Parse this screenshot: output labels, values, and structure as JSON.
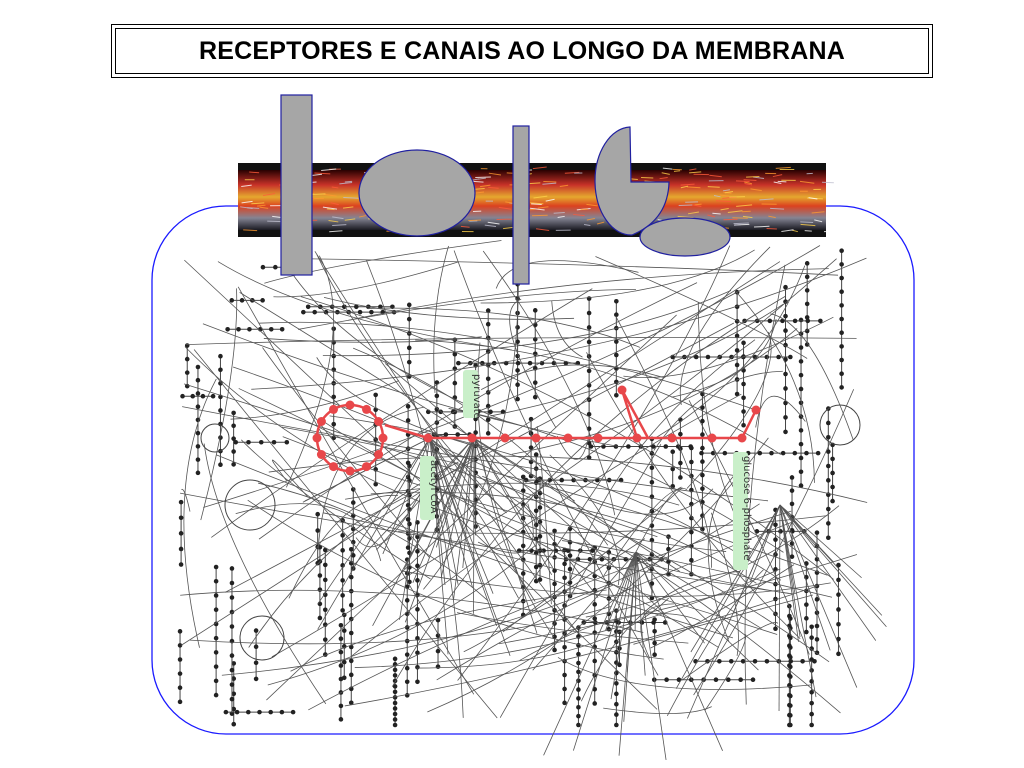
{
  "title": "RECEPTORES E CANAIS AO LONGO DA MEMBRANA",
  "metabolite_labels": {
    "pyruvate": "pyruvate",
    "acetyl_coa": "acetyl CoA",
    "glucose_6_phosphate": "glucose 6-phosphate"
  },
  "colors": {
    "cell_outline": "#1a1aff",
    "membrane_proteins": "#a6a6a6",
    "protein_outline": "#2020a0",
    "network_lines": "#444444",
    "network_nodes": "#222222",
    "central_pathway": "#e8474a",
    "label_highlight": "#c9efc9"
  }
}
